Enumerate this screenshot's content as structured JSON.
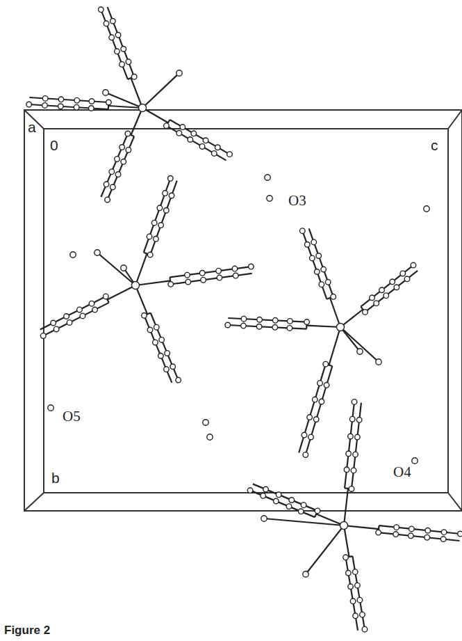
{
  "diagram": {
    "caption": "Figure 2",
    "labels": [
      "a",
      "0",
      "c",
      "O3",
      "O4",
      "O5",
      "b"
    ]
  }
}
